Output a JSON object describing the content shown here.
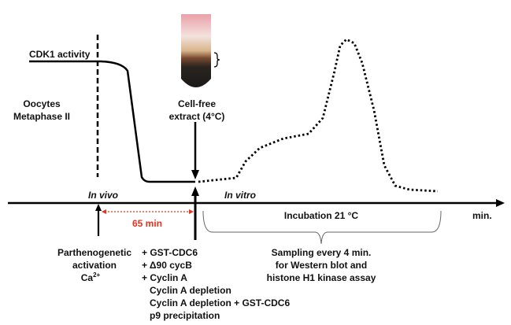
{
  "labels": {
    "cdk1": "CDK1 activity",
    "oocytes_1": "Oocytes",
    "oocytes_2": "Metaphase II",
    "extract_1": "Cell-free",
    "extract_2": "extract (4°C)",
    "in_vivo": "In vivo",
    "in_vitro": "In vitro",
    "interval": "65 min",
    "incubation": "Incubation 21 °C",
    "axis_unit": "min.",
    "activation_1": "Parthenogenetic",
    "activation_2": "activation",
    "activation_3": "Ca",
    "activation_sup": "2+",
    "sampling_1": "Sampling every 4 min.",
    "sampling_2": "for Western blot and",
    "sampling_3": "histone H1 kinase assay"
  },
  "treatments": [
    "+ GST-CDC6",
    "+ Δ90 cycB",
    "+ Cyclin A",
    "Cyclin A depletion",
    "Cyclin A depletion + GST-CDC6",
    "p9 precipitation"
  ],
  "colors": {
    "interval": "#e8321e",
    "line": "#000000"
  }
}
